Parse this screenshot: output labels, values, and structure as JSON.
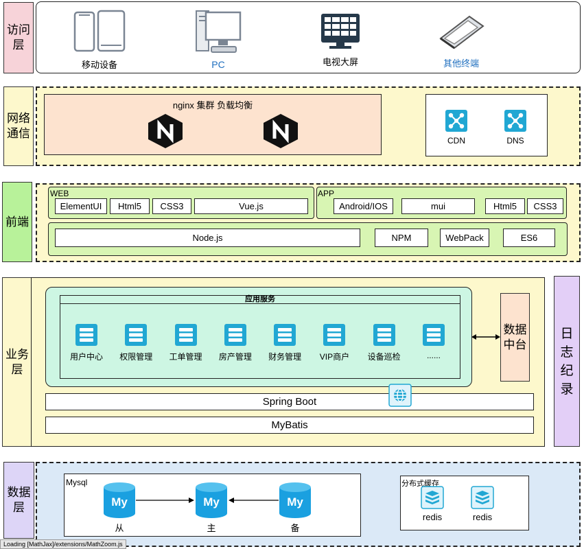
{
  "layers": {
    "access": "访问\n层",
    "network": "网络\n通信",
    "frontend": "前端",
    "business": "业务\n层",
    "data": "数据\n层",
    "log": "日\n志\n纪\n录"
  },
  "access": {
    "items": [
      {
        "label": "移动设备",
        "icon": "mobile-tablet-icon",
        "color": "#000000"
      },
      {
        "label": "PC",
        "icon": "pc-icon",
        "color": "#1f6fbf"
      },
      {
        "label": "电视大屏",
        "icon": "tv-screen-icon",
        "color": "#000000"
      },
      {
        "label": "其他终端",
        "icon": "scanner-icon",
        "color": "#1f6fbf"
      }
    ]
  },
  "network": {
    "nginx_title": "nginx 集群 负载均衡",
    "cdn": "CDN",
    "dns": "DNS"
  },
  "frontend": {
    "web_label": "WEB",
    "web_items": [
      "ElementUI",
      "Html5",
      "CSS3",
      "Vue.js"
    ],
    "app_label": "APP",
    "app_items": [
      "Android/IOS",
      "mui",
      "Html5",
      "CSS3"
    ],
    "tools": [
      "Node.js",
      "NPM",
      "WebPack",
      "ES6"
    ]
  },
  "business": {
    "app_service_title": "应用服务",
    "services": [
      "用户中心",
      "权限管理",
      "工单管理",
      "房产管理",
      "财务管理",
      "VIP商户",
      "设备巡检",
      "......"
    ],
    "data_platform": "数据\n中台",
    "spring_boot": "Spring Boot",
    "mybatis": "MyBatis"
  },
  "data": {
    "mysql_title": "Mysql",
    "mysql_nodes": [
      "从",
      "主",
      "备"
    ],
    "cache_title": "分布式缓存",
    "cache_nodes": [
      "redis",
      "redis"
    ]
  },
  "footer": {
    "status": "Loading [MathJax]/extensions/MathZoom.js"
  },
  "colors": {
    "access_label": "#f7d3d9",
    "network_bg": "#fdf8cc",
    "network_label": "#fdf8cc",
    "nginx_bg": "#fde3cf",
    "frontend_label": "#b8f29a",
    "frontend_bg": "#fdf8cc",
    "frontend_group": "#d8f5b3",
    "business_label": "#fdf8cc",
    "business_bg": "#fdf8cc",
    "app_service_bg": "#cdf6e3",
    "data_platform_bg": "#fde3cf",
    "log_bg": "#e3cff7",
    "data_label": "#ddd5f7",
    "data_bg": "#dbe9f7",
    "icon_teal": "#21a7d3",
    "mysql_blue": "#1aa0e0"
  }
}
